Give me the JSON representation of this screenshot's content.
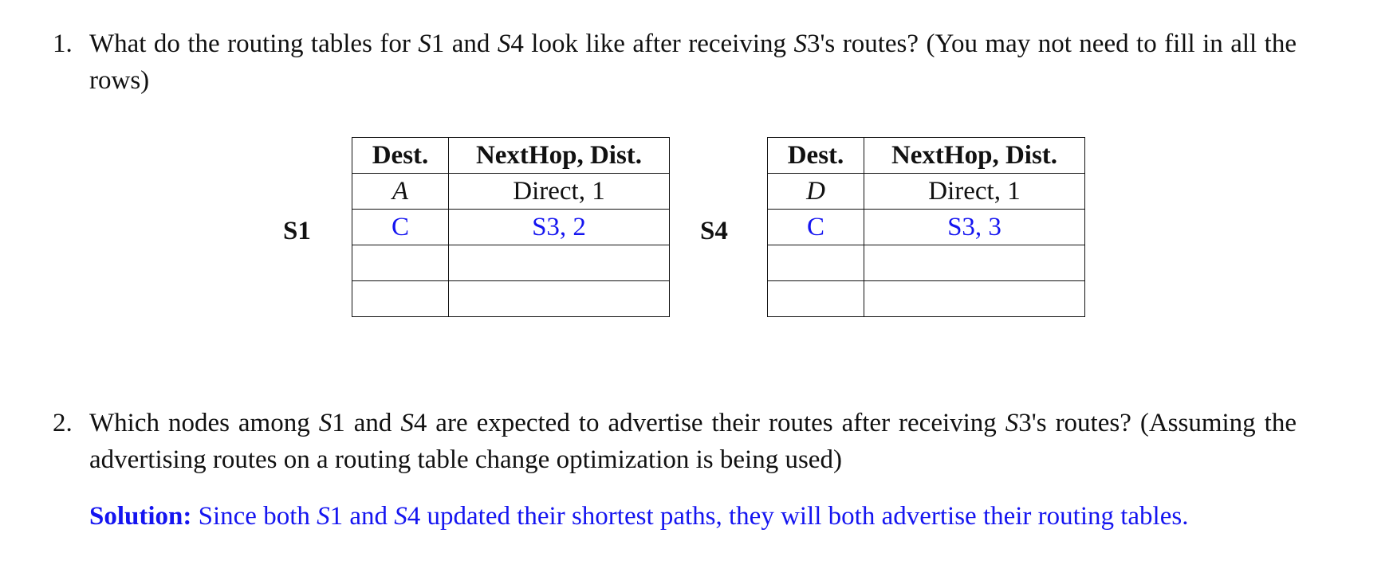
{
  "question1": {
    "number": "1.",
    "line1_a": "What do the routing tables for ",
    "node_a": "S",
    "node_a_num": "1",
    "line1_b": " and ",
    "node_b": "S",
    "node_b_num": "4",
    "line1_c": " look like after receiving ",
    "node_c": "S",
    "node_c_num": "3",
    "line1_d": "'s routes? (You may not need to fill in all the rows)"
  },
  "tables": [
    {
      "label": "S1",
      "headers": [
        "Dest.",
        "NextHop, Dist."
      ],
      "rows": [
        {
          "dest": "A",
          "next": "Direct, 1",
          "filled": false
        },
        {
          "dest": "C",
          "next": "S3, 2",
          "filled": true
        },
        {
          "dest": "",
          "next": "",
          "filled": false
        },
        {
          "dest": "",
          "next": "",
          "filled": false
        }
      ]
    },
    {
      "label": "S4",
      "headers": [
        "Dest.",
        "NextHop, Dist."
      ],
      "rows": [
        {
          "dest": "D",
          "next": "Direct, 1",
          "filled": false
        },
        {
          "dest": "C",
          "next": "S3, 3",
          "filled": true
        },
        {
          "dest": "",
          "next": "",
          "filled": false
        },
        {
          "dest": "",
          "next": "",
          "filled": false
        }
      ]
    }
  ],
  "question2": {
    "number": "2.",
    "text_a": "Which nodes among ",
    "n1": "S",
    "n1_num": "1",
    "text_b": " and ",
    "n2": "S",
    "n2_num": "4",
    "text_c": " are expected to advertise their routes after receiving ",
    "n3": "S",
    "n3_num": "3",
    "text_d": "'s routes? (Assuming the advertising routes on a routing table change optimization is being used)"
  },
  "solution": {
    "label": "Solution:",
    "text_a": " Since both ",
    "n1": "S",
    "n1_num": "1",
    "text_b": " and ",
    "n2": "S",
    "n2_num": "4",
    "text_c": " updated their shortest paths, they will both advertise their routing tables."
  },
  "colors": {
    "answer": "#1515f0",
    "text": "#111111"
  }
}
